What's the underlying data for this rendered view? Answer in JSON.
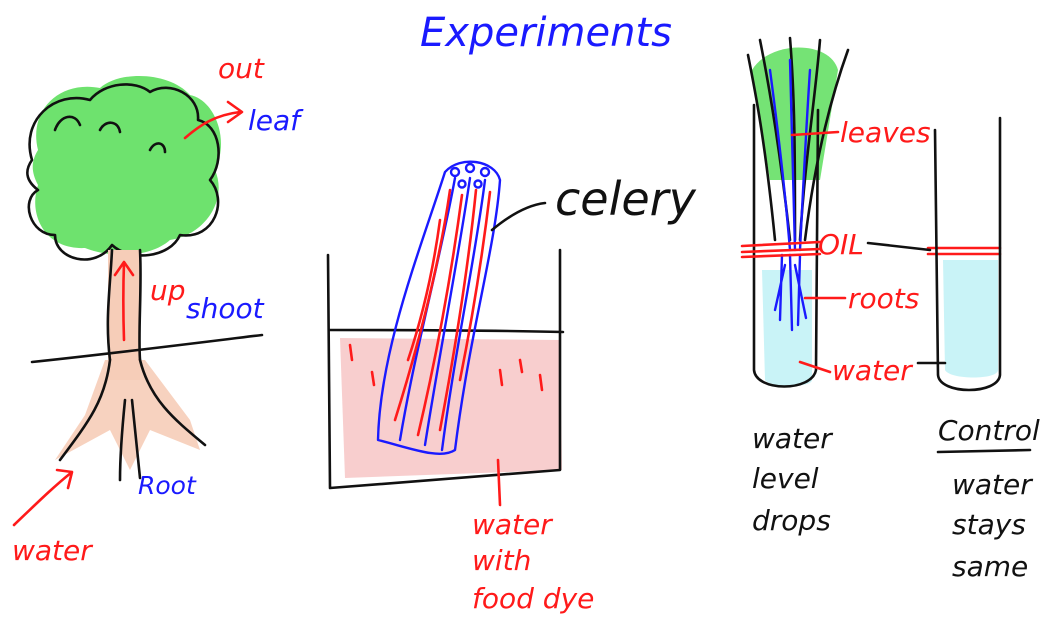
{
  "title": "Experiments",
  "tree": {
    "labels": {
      "out": "out",
      "leaf": "leaf",
      "up": "up",
      "shoot": "shoot",
      "root": "Root",
      "water": "water"
    }
  },
  "celery": {
    "labels": {
      "celery": "celery",
      "dye_line1": "water",
      "dye_line2": "with",
      "dye_line3": "food dye"
    }
  },
  "tubes": {
    "labels": {
      "leaves": "leaves",
      "oil": "OIL",
      "roots": "roots",
      "water": "water"
    },
    "test_caption": [
      "water",
      "level",
      "drops"
    ],
    "control_title": "Control",
    "control_caption": [
      "water",
      "stays",
      "same"
    ]
  },
  "colors": {
    "blue_ink": "#1a1aff",
    "red_ink": "#ff1a1a",
    "black_ink": "#111111",
    "leaf_green": "#66e066",
    "dye_pink": "#f7c6c6",
    "water_cyan": "#c9f3f7",
    "root_peach": "#f6cdb8"
  }
}
